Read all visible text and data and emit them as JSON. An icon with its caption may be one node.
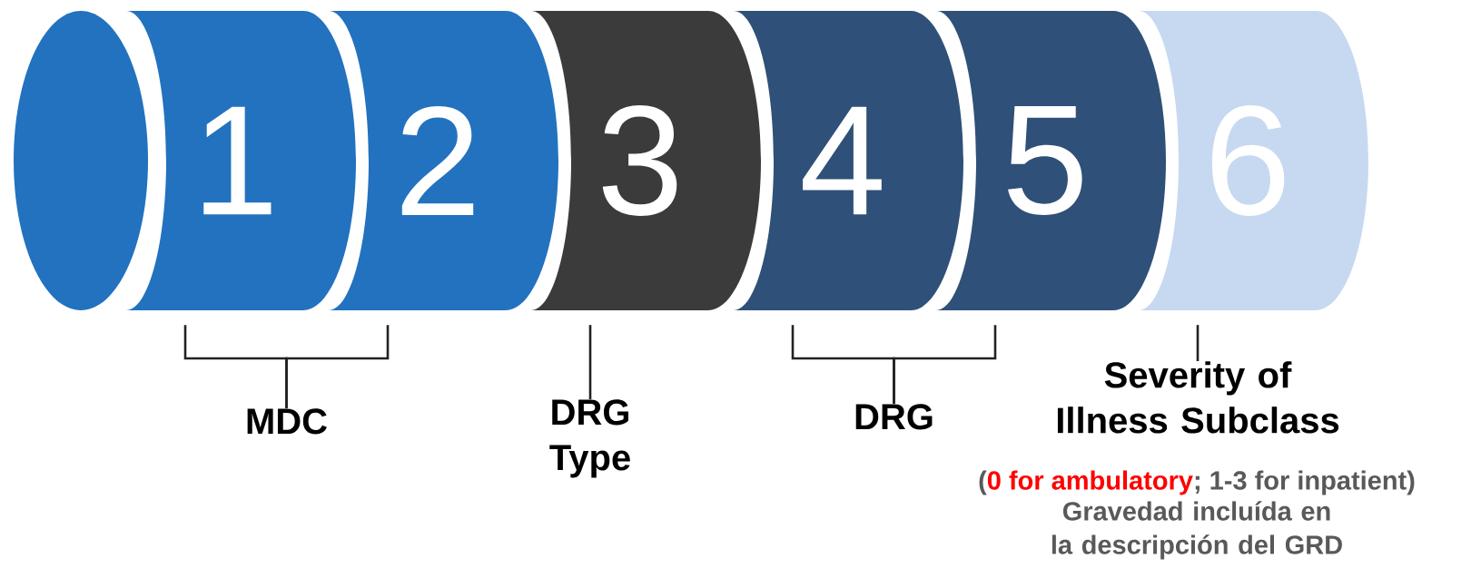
{
  "diagram": {
    "nodes": [
      {
        "text": [],
        "shape": "ellipse"
      },
      {
        "text": [
          "1"
        ]
      },
      {
        "text": [
          "2"
        ]
      },
      {
        "text": [
          "3"
        ]
      },
      {
        "text": [
          "4"
        ]
      },
      {
        "text": [
          "5"
        ]
      },
      {
        "text": [
          "6"
        ]
      },
      {
        "text": [
          "MDC"
        ]
      },
      {
        "text": [
          "DRG Type"
        ]
      },
      {
        "text": [
          "DRG"
        ]
      },
      {
        "text": [
          "Severity of Illness Subclass"
        ]
      }
    ],
    "edges": [
      {
        "from": 7,
        "to": 1,
        "arrow": "none"
      },
      {
        "from": 7,
        "to": 2,
        "arrow": "none"
      },
      {
        "from": 8,
        "to": 3,
        "arrow": "none"
      },
      {
        "from": 9,
        "to": 4,
        "arrow": "none"
      },
      {
        "from": 9,
        "to": 5,
        "arrow": "none"
      },
      {
        "from": 10,
        "to": 6,
        "arrow": "none"
      }
    ],
    "labels": [
      "(",
      "0 for ambulatory",
      "; 1-3 for inpatient)",
      "Gravedad incluída en la descripción del GRD"
    ]
  }
}
